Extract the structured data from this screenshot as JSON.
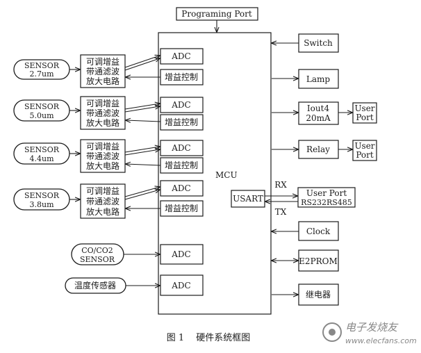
{
  "programming_port": "Programing Port",
  "mcu": {
    "label": "MCU",
    "usart": "USART",
    "rx": "RX",
    "tx": "TX"
  },
  "sensors": [
    {
      "line1": "SENSOR",
      "line2": "2.7um"
    },
    {
      "line1": "SENSOR",
      "line2": "5.0um"
    },
    {
      "line1": "SENSOR",
      "line2": "4.4um"
    },
    {
      "line1": "SENSOR",
      "line2": "3.8um"
    }
  ],
  "amplifier": {
    "line1": "可调增益",
    "line2": "带通滤波",
    "line3": "放大电路"
  },
  "adc": "ADC",
  "gain_control": "增益控制",
  "co_sensor": {
    "line1": "CO/CO2",
    "line2": "SENSOR"
  },
  "temp_sensor": "温度传感器",
  "right_blocks": {
    "switch": "Switch",
    "lamp": "Lamp",
    "iout": {
      "line1": "Iout4",
      "line2": "20mA"
    },
    "relay": "Relay",
    "user_port": {
      "line1": "User",
      "line2": "Port"
    },
    "rs_port": {
      "line1": "User Port",
      "line2": "RS232RS485"
    },
    "clock": "Clock",
    "eeprom": "E2PROM",
    "relay_cn": "继电器"
  },
  "caption": "图 1　 硬件系统框图",
  "watermark": {
    "line1": "电子发烧友",
    "line2": "www.elecfans.com"
  },
  "colors": {
    "line": "#1a1a1a",
    "watermark": "#888888"
  }
}
